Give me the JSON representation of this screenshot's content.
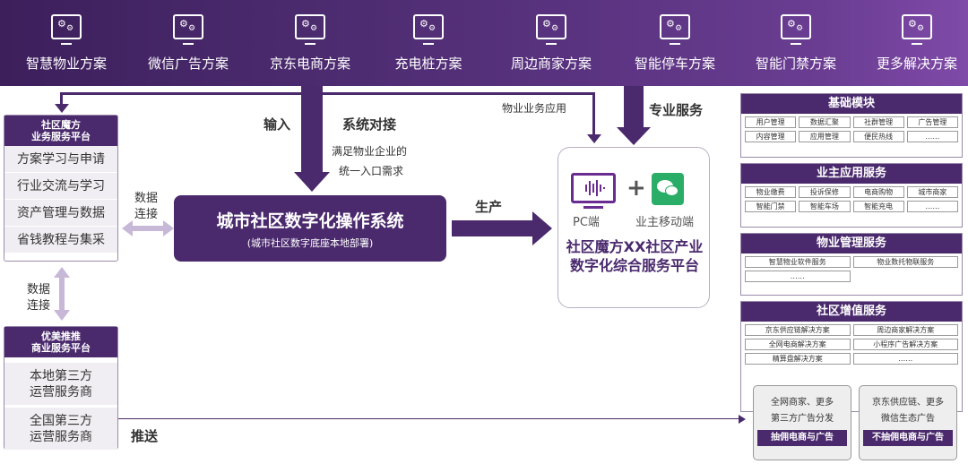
{
  "top_solutions": [
    {
      "label": "智慧物业方案"
    },
    {
      "label": "微信广告方案"
    },
    {
      "label": "京东电商方案"
    },
    {
      "label": "充电桩方案"
    },
    {
      "label": "周边商家方案"
    },
    {
      "label": "智能停车方案"
    },
    {
      "label": "智能门禁方案"
    },
    {
      "label": "更多解决方案"
    }
  ],
  "left_panel": {
    "title_line1": "社区魔方",
    "title_line2": "业务服务平台",
    "items": [
      "方案学习与申请",
      "行业交流与学习",
      "资产管理与数据",
      "省钱教程与集采"
    ]
  },
  "commerce_panel": {
    "title_line1": "优美推推",
    "title_line2": "商业服务平台",
    "items": [
      {
        "line1": "本地第三方",
        "line2": "运营服务商"
      },
      {
        "line1": "全国第三方",
        "line2": "运营服务商"
      }
    ]
  },
  "connectors": {
    "data_link_h_1": "数据",
    "data_link_h_2": "连接",
    "data_link_v_1": "数据",
    "data_link_v_2": "连接",
    "input": "输入",
    "system_docking": "系统对接",
    "need_line1": "满足物业企业的",
    "need_line2": "统一入口需求",
    "produce": "生产",
    "property_app": "物业业务应用",
    "pro_service": "专业服务",
    "push": "推送"
  },
  "os": {
    "title": "城市社区数字化操作系统",
    "subtitle": "(城市社区数字底座本地部署)"
  },
  "platform": {
    "pc_label": "PC端",
    "plus": "+",
    "mobile_label": "业主移动端",
    "title": "社区魔方XX社区产业数字化综合服务平台"
  },
  "modules": [
    {
      "title": "基础模块",
      "cols": 4,
      "cells": [
        "用户管理",
        "数据汇聚",
        "社群管理",
        "广告管理",
        "内容管理",
        "应用管理",
        "便民热线",
        "……"
      ]
    },
    {
      "title": "业主应用服务",
      "cols": 4,
      "cells": [
        "物业缴费",
        "投诉保修",
        "电商购物",
        "城市商家",
        "智能门禁",
        "智能车场",
        "智能充电",
        "……"
      ]
    },
    {
      "title": "物业管理服务",
      "cols": 2,
      "cells": [
        "智慧物业软件服务",
        "物业数托物联服务",
        "……"
      ]
    },
    {
      "title": "社区增值服务",
      "cols": 2,
      "cells": [
        "京东供应链解决方案",
        "周边商家解决方案",
        "全网电商解决方案",
        "小程序广告解决方案",
        "精算盘解决方案",
        "……"
      ]
    }
  ],
  "bottom_boxes": [
    {
      "line1": "全网商家、更多",
      "line2": "第三方广告分发",
      "strong": "抽佣电商与广告"
    },
    {
      "line1": "京东供应链、更多",
      "line2": "微信生态广告",
      "strong": "不抽佣电商与广告"
    }
  ],
  "colors": {
    "primary": "#4a2a6d",
    "accent": "#7f4aa8",
    "wechat": "#2aae67",
    "pc": "#6a2c91"
  }
}
